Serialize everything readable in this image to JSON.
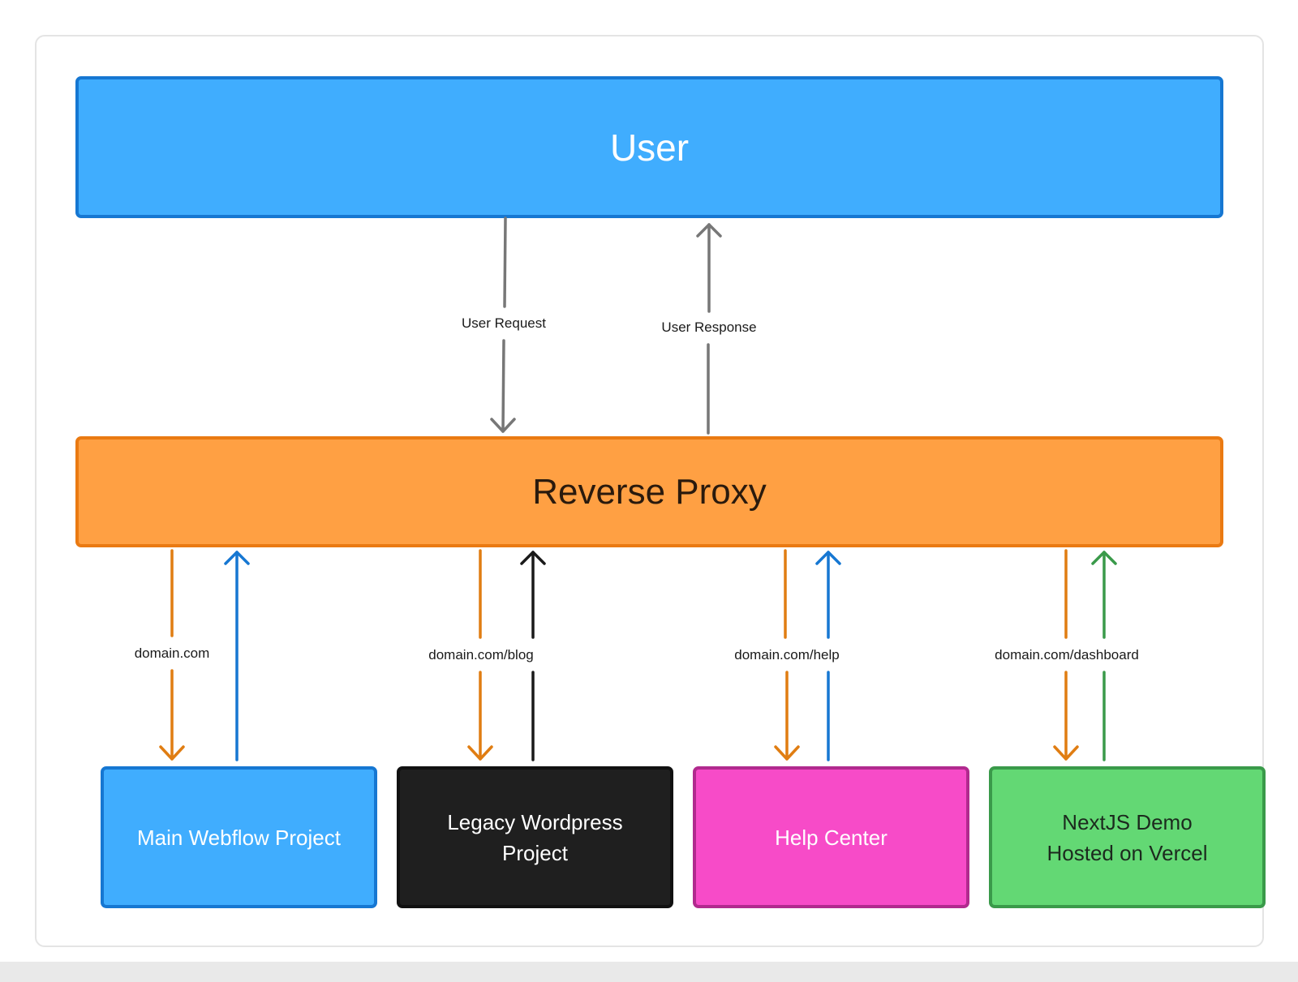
{
  "colors": {
    "user_fill": "#40adfe",
    "user_border": "#1677d2",
    "proxy_fill": "#ffa043",
    "proxy_border": "#ea7a12",
    "webflow_fill": "#40adfe",
    "webflow_border": "#1677d2",
    "wordpress_fill": "#1f1f1f",
    "wordpress_border": "#111111",
    "help_fill": "#f74bc8",
    "help_border": "#b12a8e",
    "nextjs_fill": "#63d874",
    "nextjs_border": "#3a9a4a",
    "arrow_gray": "#777777",
    "arrow_orange": "#e07d12",
    "arrow_blue": "#1677d2",
    "arrow_black": "#1a1a1a",
    "arrow_green": "#3a9a4a"
  },
  "nodes": {
    "user": "User",
    "proxy": "Reverse Proxy",
    "webflow": "Main Webflow Project",
    "wordpress": "Legacy Wordpress\nProject",
    "help": "Help Center",
    "nextjs": "NextJS Demo\nHosted on Vercel"
  },
  "edges": {
    "user_request": "User Request",
    "user_response": "User Response",
    "route_root": "domain.com",
    "route_blog": "domain.com/blog",
    "route_help": "domain.com/help",
    "route_dashboard": "domain.com/dashboard"
  }
}
